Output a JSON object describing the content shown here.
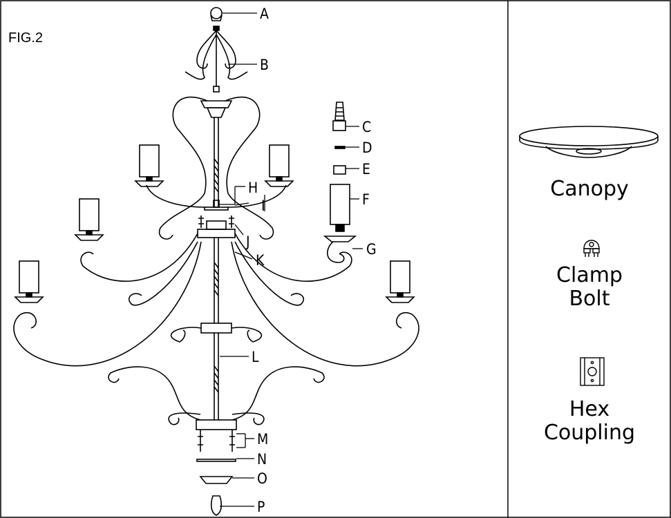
{
  "figure": {
    "label": "FIG.2"
  },
  "callouts": [
    "A",
    "B",
    "C",
    "D",
    "E",
    "F",
    "G",
    "H",
    "I",
    "J",
    "K",
    "L",
    "M",
    "N",
    "O",
    "P"
  ],
  "parts": {
    "canopy": "Canopy",
    "clamp_bolt": [
      "Clamp",
      "Bolt"
    ],
    "hex_coupling": [
      "Hex",
      "Coupling"
    ]
  },
  "colors": {
    "line": "#000000",
    "background": "#ffffff"
  }
}
